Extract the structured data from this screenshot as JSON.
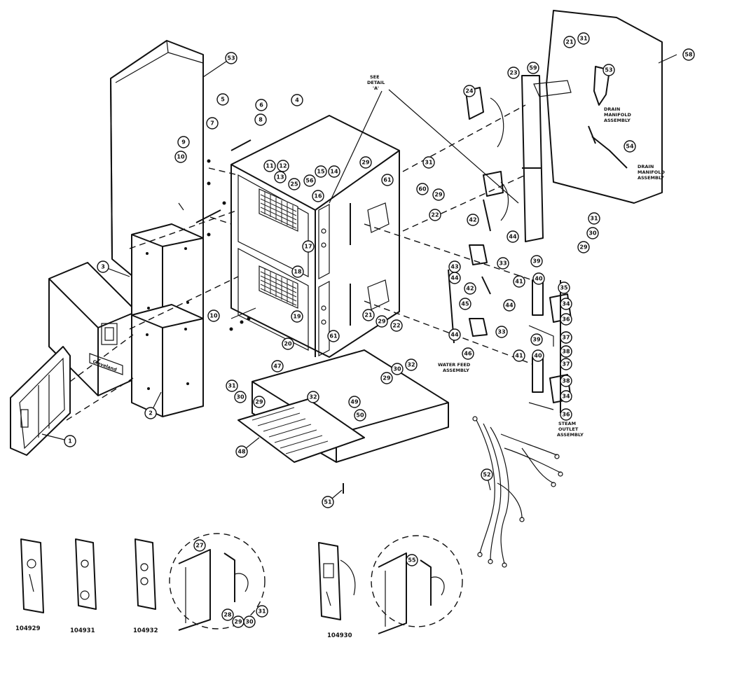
{
  "notes": {
    "see_detail_1": "SEE",
    "see_detail_2": "DETAIL",
    "see_detail_3": "'A'",
    "drain_manifold_1": "DRAIN",
    "drain_manifold_2": "MANIFOLD",
    "drain_manifold_3": "ASSEMBLY",
    "drain_manifold_b1": "DRAIN",
    "drain_manifold_b2": "MANIFOLD",
    "drain_manifold_b3": "ASSEMBLY",
    "water_feed_1": "WATER FEED",
    "water_feed_2": "ASSEMBLY",
    "steam_outlet_1": "STEAM",
    "steam_outlet_2": "OUTLET",
    "steam_outlet_3": "ASSEMBLY",
    "brand": "Cleveland"
  },
  "panel_part_numbers": [
    "104929",
    "104931",
    "104932",
    "104930"
  ],
  "callouts": [
    {
      "label": "53"
    },
    {
      "label": "5"
    },
    {
      "label": "6"
    },
    {
      "label": "7"
    },
    {
      "label": "8"
    },
    {
      "label": "9"
    },
    {
      "label": "10"
    },
    {
      "label": "11"
    },
    {
      "label": "12"
    },
    {
      "label": "13"
    },
    {
      "label": "4"
    },
    {
      "label": "15"
    },
    {
      "label": "14"
    },
    {
      "label": "29"
    },
    {
      "label": "31"
    },
    {
      "label": "61"
    },
    {
      "label": "60"
    },
    {
      "label": "29"
    },
    {
      "label": "22"
    },
    {
      "label": "24"
    },
    {
      "label": "23"
    },
    {
      "label": "59"
    },
    {
      "label": "21"
    },
    {
      "label": "31"
    },
    {
      "label": "53"
    },
    {
      "label": "58"
    },
    {
      "label": "54"
    },
    {
      "label": "31"
    },
    {
      "label": "30"
    },
    {
      "label": "29"
    },
    {
      "label": "42"
    },
    {
      "label": "44"
    },
    {
      "label": "33"
    },
    {
      "label": "43"
    },
    {
      "label": "44"
    },
    {
      "label": "39"
    },
    {
      "label": "41"
    },
    {
      "label": "40"
    },
    {
      "label": "35"
    },
    {
      "label": "34"
    },
    {
      "label": "36"
    },
    {
      "label": "37"
    },
    {
      "label": "38"
    },
    {
      "label": "42"
    },
    {
      "label": "45"
    },
    {
      "label": "44"
    },
    {
      "label": "44"
    },
    {
      "label": "33"
    },
    {
      "label": "46"
    },
    {
      "label": "39"
    },
    {
      "label": "41"
    },
    {
      "label": "40"
    },
    {
      "label": "37"
    },
    {
      "label": "38"
    },
    {
      "label": "37"
    },
    {
      "label": "38"
    },
    {
      "label": "34"
    },
    {
      "label": "36"
    },
    {
      "label": "25"
    },
    {
      "label": "56"
    },
    {
      "label": "16"
    },
    {
      "label": "17"
    },
    {
      "label": "18"
    },
    {
      "label": "19"
    },
    {
      "label": "20"
    },
    {
      "label": "61"
    },
    {
      "label": "21"
    },
    {
      "label": "29"
    },
    {
      "label": "22"
    },
    {
      "label": "3"
    },
    {
      "label": "2"
    },
    {
      "label": "1"
    },
    {
      "label": "10"
    },
    {
      "label": "47"
    },
    {
      "label": "31"
    },
    {
      "label": "30"
    },
    {
      "label": "29"
    },
    {
      "label": "32"
    },
    {
      "label": "30"
    },
    {
      "label": "32"
    },
    {
      "label": "29"
    },
    {
      "label": "49"
    },
    {
      "label": "50"
    },
    {
      "label": "48"
    },
    {
      "label": "51"
    },
    {
      "label": "52"
    },
    {
      "label": "27"
    },
    {
      "label": "28"
    },
    {
      "label": "29"
    },
    {
      "label": "30"
    },
    {
      "label": "31"
    },
    {
      "label": "55"
    }
  ]
}
